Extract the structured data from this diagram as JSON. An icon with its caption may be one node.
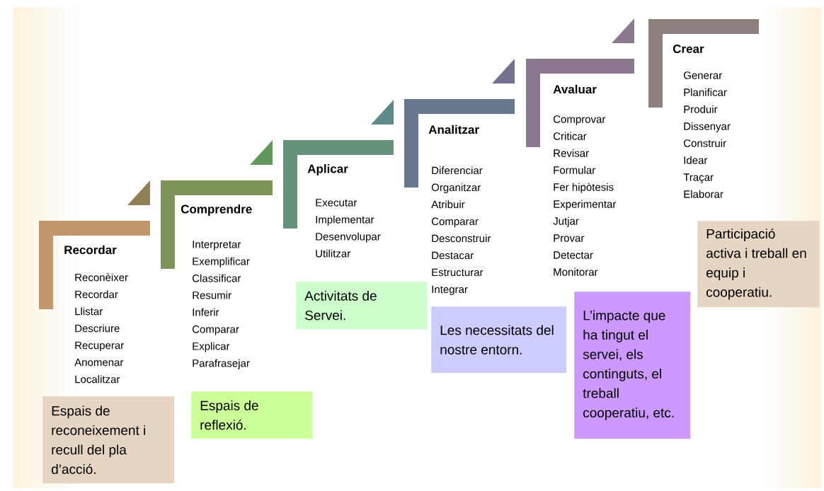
{
  "diagram": {
    "nodes": [
      {
        "text": [
          "Recordar"
        ],
        "beside": [
          "Reconèixer",
          "Recordar",
          "Llistar",
          "Descriure",
          "Recuperar",
          "Anomenar",
          "Localitzar"
        ]
      },
      {
        "text": [
          "Comprendre"
        ],
        "beside": [
          "Interpretar",
          "Exemplificar",
          "Classificar",
          "Resumir",
          "Inferir",
          "Comparar",
          "Explicar",
          "Parafrasejar"
        ]
      },
      {
        "text": [
          "Aplicar"
        ],
        "beside": [
          "Executar",
          "Implementar",
          "Desenvolupar",
          "Utilitzar"
        ]
      },
      {
        "text": [
          "Analitzar"
        ],
        "beside": [
          "Diferenciar",
          "Organitzar",
          "Atribuir",
          "Comparar",
          "Desconstruir",
          "Destacar",
          "Estructurar",
          "Integrar"
        ]
      },
      {
        "text": [
          "Avaluar"
        ],
        "beside": [
          "Comprovar",
          "Criticar",
          "Revisar",
          "Formular",
          "Fer hipòtesis",
          "Experimentar",
          "Jutjar",
          "Provar",
          "Detectar",
          "Monitorar"
        ]
      },
      {
        "text": [
          "Crear"
        ],
        "beside": [
          "Generar",
          "Planificar",
          "Produir",
          "Dissenyar",
          "Construir",
          "Idear",
          "Traçar",
          "Elaborar"
        ]
      },
      {
        "text": [
          "Espais de reconeixement i recull del pla d’acció."
        ]
      },
      {
        "text": [
          "Espais de reflexió."
        ]
      },
      {
        "text": [
          "Activitats de Servei."
        ]
      },
      {
        "text": [
          "Les necessitats del nostre entorn."
        ]
      },
      {
        "text": [
          "L’impacte que ha tingut el servei, els continguts, el treball cooperatiu, etc."
        ]
      },
      {
        "text": [
          "Participació activa i treball en equip i cooperatiu."
        ]
      }
    ]
  }
}
